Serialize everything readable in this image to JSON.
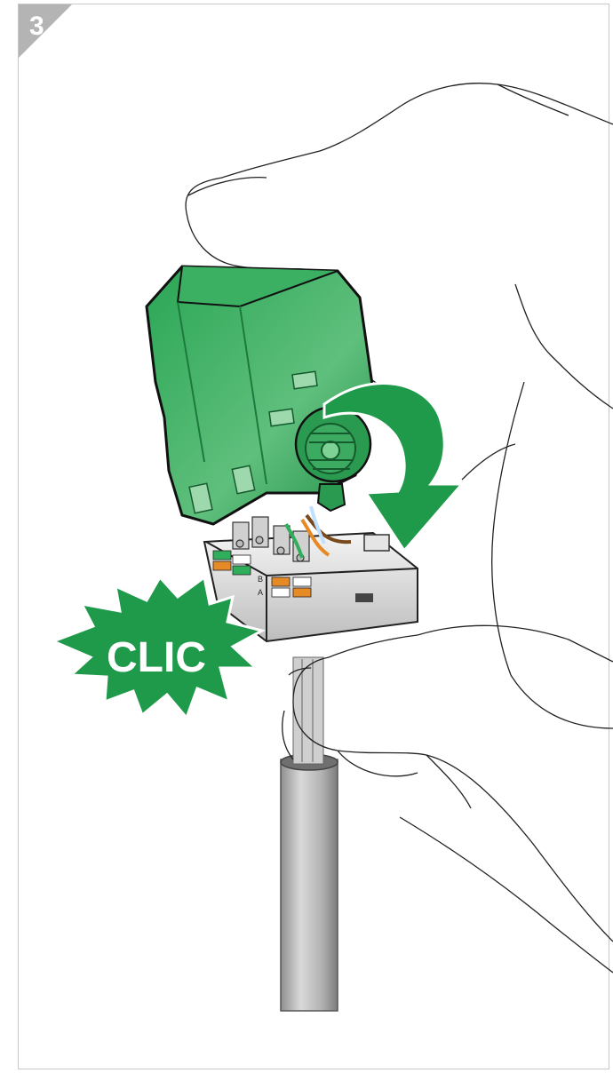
{
  "step": {
    "number": "3"
  },
  "callout": {
    "text": "CLIC"
  },
  "connector_labels": {
    "top": "B",
    "bottom": "A"
  },
  "colors": {
    "accent_green": "#1f9a4b",
    "module_green": "#2fae5c",
    "module_green_light": "#88cf9b",
    "badge_gray": "#b4b4b4",
    "cable_gray": "#a9a9a9",
    "outline": "#222222",
    "wire_orange": "#e58a25"
  },
  "icons": [
    "curved-arrow-icon",
    "starburst-icon"
  ]
}
